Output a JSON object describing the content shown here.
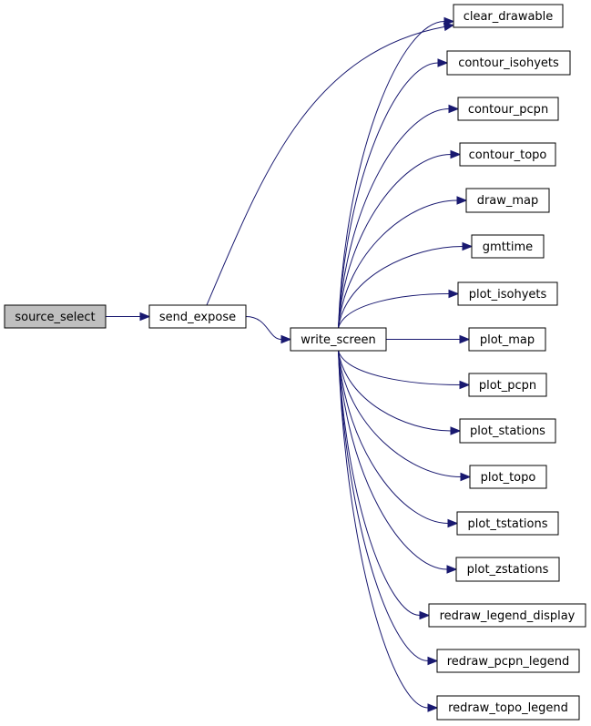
{
  "graph": {
    "nodes": {
      "source_select": "source_select",
      "send_expose": "send_expose",
      "write_screen": "write_screen",
      "clear_drawable": "clear_drawable",
      "contour_isohyets": "contour_isohyets",
      "contour_pcpn": "contour_pcpn",
      "contour_topo": "contour_topo",
      "draw_map": "draw_map",
      "gmttime": "gmttime",
      "plot_isohyets": "plot_isohyets",
      "plot_map": "plot_map",
      "plot_pcpn": "plot_pcpn",
      "plot_stations": "plot_stations",
      "plot_topo": "plot_topo",
      "plot_tstations": "plot_tstations",
      "plot_zstations": "plot_zstations",
      "redraw_legend_display": "redraw_legend_display",
      "redraw_pcpn_legend": "redraw_pcpn_legend",
      "redraw_topo_legend": "redraw_topo_legend"
    },
    "highlighted_node": "source_select",
    "colors": {
      "edge": "#191970",
      "node_border": "#000000",
      "node_fill": "#ffffff",
      "highlight_fill": "#bfbfbf"
    },
    "edges": [
      [
        "source_select",
        "send_expose"
      ],
      [
        "send_expose",
        "clear_drawable"
      ],
      [
        "send_expose",
        "write_screen"
      ],
      [
        "write_screen",
        "clear_drawable"
      ],
      [
        "write_screen",
        "contour_isohyets"
      ],
      [
        "write_screen",
        "contour_pcpn"
      ],
      [
        "write_screen",
        "contour_topo"
      ],
      [
        "write_screen",
        "draw_map"
      ],
      [
        "write_screen",
        "gmttime"
      ],
      [
        "write_screen",
        "plot_isohyets"
      ],
      [
        "write_screen",
        "plot_map"
      ],
      [
        "write_screen",
        "plot_pcpn"
      ],
      [
        "write_screen",
        "plot_stations"
      ],
      [
        "write_screen",
        "plot_topo"
      ],
      [
        "write_screen",
        "plot_tstations"
      ],
      [
        "write_screen",
        "plot_zstations"
      ],
      [
        "write_screen",
        "redraw_legend_display"
      ],
      [
        "write_screen",
        "redraw_pcpn_legend"
      ],
      [
        "write_screen",
        "redraw_topo_legend"
      ]
    ]
  }
}
